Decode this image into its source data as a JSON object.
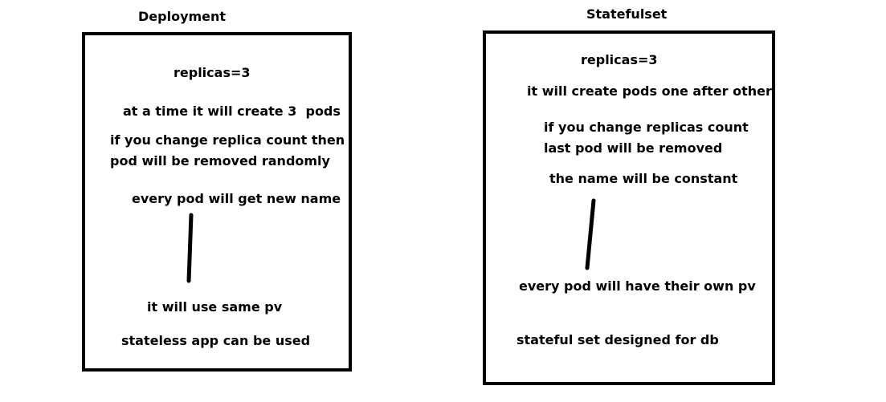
{
  "deployment": {
    "title": "Deployment",
    "notes": [
      "replicas=3",
      "at a time it will create 3  pods",
      "if you change replica count then",
      "pod will be removed randomly",
      "every pod will get new name",
      "it will use same pv",
      "stateless app can be used"
    ]
  },
  "statefulset": {
    "title": "Statefulset",
    "notes": [
      "replicas=3",
      "it will create pods one after other",
      "if you change replicas count",
      "last pod will be removed",
      "the name will be constant",
      "every pod will have their own pv",
      "stateful set designed for db"
    ]
  },
  "colors": {
    "ink": "#000000",
    "background": "#ffffff"
  }
}
